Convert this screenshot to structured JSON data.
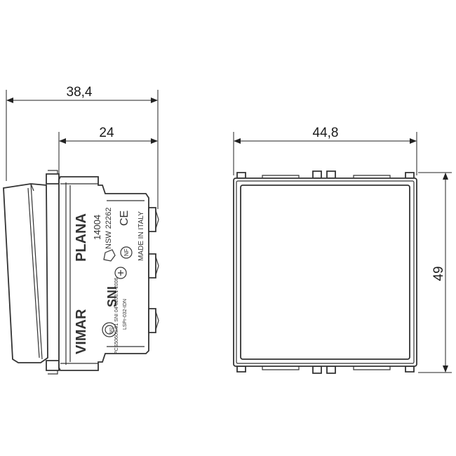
{
  "dimensions": {
    "side_total_width": "38,4",
    "side_body_width": "24",
    "front_width": "44,8",
    "front_height": "49"
  },
  "markings": {
    "brand": "VIMAR",
    "series": "PLANA",
    "code": "14004",
    "nsw": "NSW 22262",
    "ce": "CE",
    "made_in": "MADE IN ITALY",
    "sni": "SNI",
    "imq": "IMQ",
    "standard": "PCS5060S.01 SNI 04-6203.1-2006",
    "lspro": "LSPr-032-IDN",
    "nf": "NF"
  },
  "colors": {
    "stroke": "#333333",
    "background": "#ffffff"
  }
}
